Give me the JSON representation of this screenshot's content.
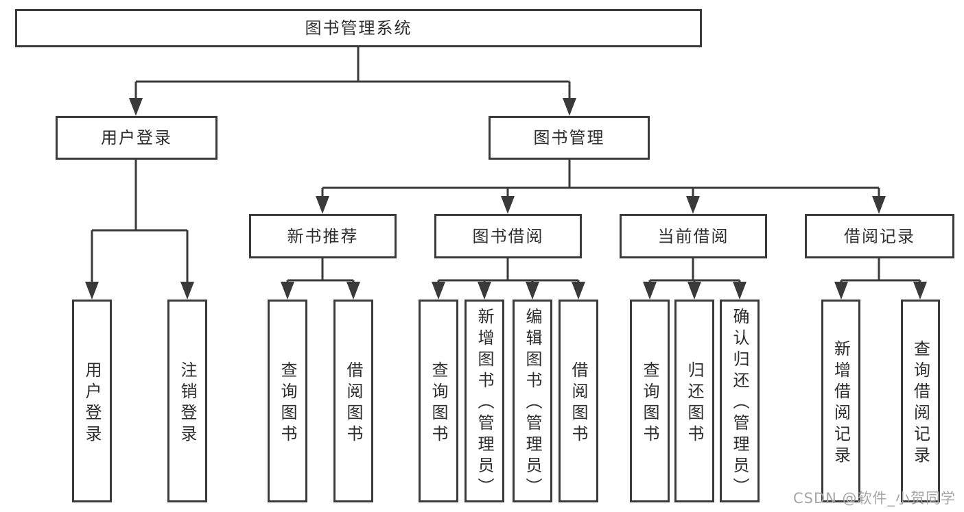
{
  "diagram": {
    "type": "hierarchy-tree",
    "root": {
      "label": "图书管理系统"
    },
    "branches": [
      {
        "label": "用户登录",
        "children": [
          {
            "label": "用户登录"
          },
          {
            "label": "注销登录"
          }
        ]
      },
      {
        "label": "图书管理",
        "children": [
          {
            "label": "新书推荐",
            "children": [
              {
                "label": "查询图书"
              },
              {
                "label": "借阅图书"
              }
            ]
          },
          {
            "label": "图书借阅",
            "children": [
              {
                "label": "查询图书"
              },
              {
                "label": "新增图书（管理员）"
              },
              {
                "label": "编辑图书（管理员）"
              },
              {
                "label": "借阅图书"
              }
            ]
          },
          {
            "label": "当前借阅",
            "children": [
              {
                "label": "查询图书"
              },
              {
                "label": "归还图书"
              },
              {
                "label": "确认归还（管理员）"
              }
            ]
          },
          {
            "label": "借阅记录",
            "children": [
              {
                "label": "新增借阅记录"
              },
              {
                "label": "查询借阅记录"
              }
            ]
          }
        ]
      }
    ]
  },
  "watermark": {
    "text": "CSDN @软件_小贺同学"
  },
  "colors": {
    "line": "#3a3a3a",
    "box_border": "#3a3a3a",
    "text": "#2d2d2d",
    "background": "#ffffff",
    "watermark": "#a5a5a5"
  }
}
